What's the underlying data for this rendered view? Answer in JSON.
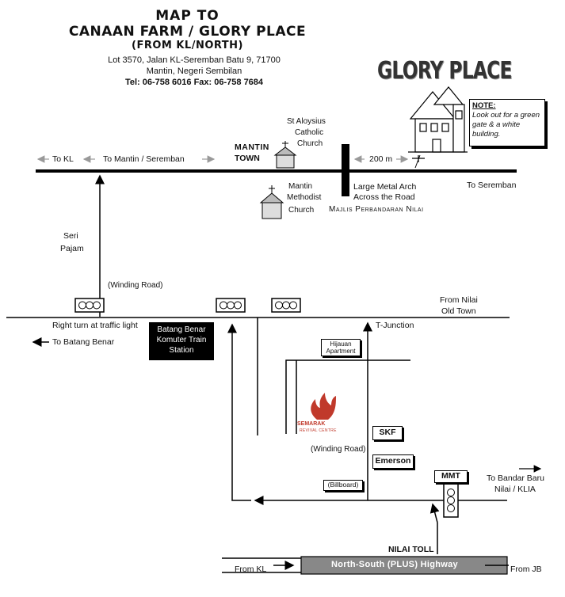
{
  "header": {
    "title_line1": "MAP TO",
    "title_line2": "CANAAN FARM / GLORY PLACE",
    "title_line3": "(FROM KL/NORTH)",
    "address_line1": "Lot 3570, Jalan KL-Seremban Batu 9, 71700",
    "address_line2": "Mantin, Negeri Sembilan",
    "contact": "Tel: 06-758 6016     Fax: 06-758 7684"
  },
  "destination": {
    "name": "GLORY PLACE",
    "note_heading": "NOTE:",
    "note_text": "Look out for a green gate & a white building."
  },
  "labels": {
    "to_kl": "To KL",
    "to_mantin_seremban": "To Mantin / Seremban",
    "mantin_town_1": "MANTIN",
    "mantin_town_2": "TOWN",
    "st_aloysius_1": "St Aloysius",
    "st_aloysius_2": "Catholic",
    "st_aloysius_3": "Church",
    "distance": "200 m",
    "to_seremban": "To Seremban",
    "methodist_1": "Mantin",
    "methodist_2": "Methodist",
    "methodist_3": "Church",
    "arch_1": "Large Metal Arch",
    "arch_2": "Across the Road",
    "majlis": "Majlis Perbandaran Nilai",
    "seri_pajam_1": "Seri",
    "seri_pajam_2": "Pajam",
    "winding_road_top": "(Winding Road)",
    "from_nilai_1": "From Nilai",
    "from_nilai_2": "Old Town",
    "right_turn": "Right turn at traffic light",
    "to_batang_benar": "To Batang Benar",
    "station": "Batang Benar Komuter Train Station",
    "t_junction": "T-Junction",
    "apartment_1": "Hijauan",
    "apartment_2": "Apartment",
    "semarak_1": "SEMARAK",
    "semarak_2": "REVIVAL CENTRE",
    "winding_road_bottom": "(Winding Road)",
    "skf": "SKF",
    "emerson": "Emerson",
    "billboard": "(Billboard)",
    "mmt": "MMT",
    "to_bandar_baru_1": "To Bandar Baru",
    "to_bandar_baru_2": "Nilai / KLIA",
    "nilai_toll": "NILAI TOLL",
    "from_kl": "From KL",
    "highway": "North-South (PLUS) Highway",
    "from_jb": "From JB"
  },
  "icons": [
    "house-icon",
    "church-icon",
    "traffic-light-icon",
    "semarak-logo-icon",
    "arrow-icon"
  ]
}
